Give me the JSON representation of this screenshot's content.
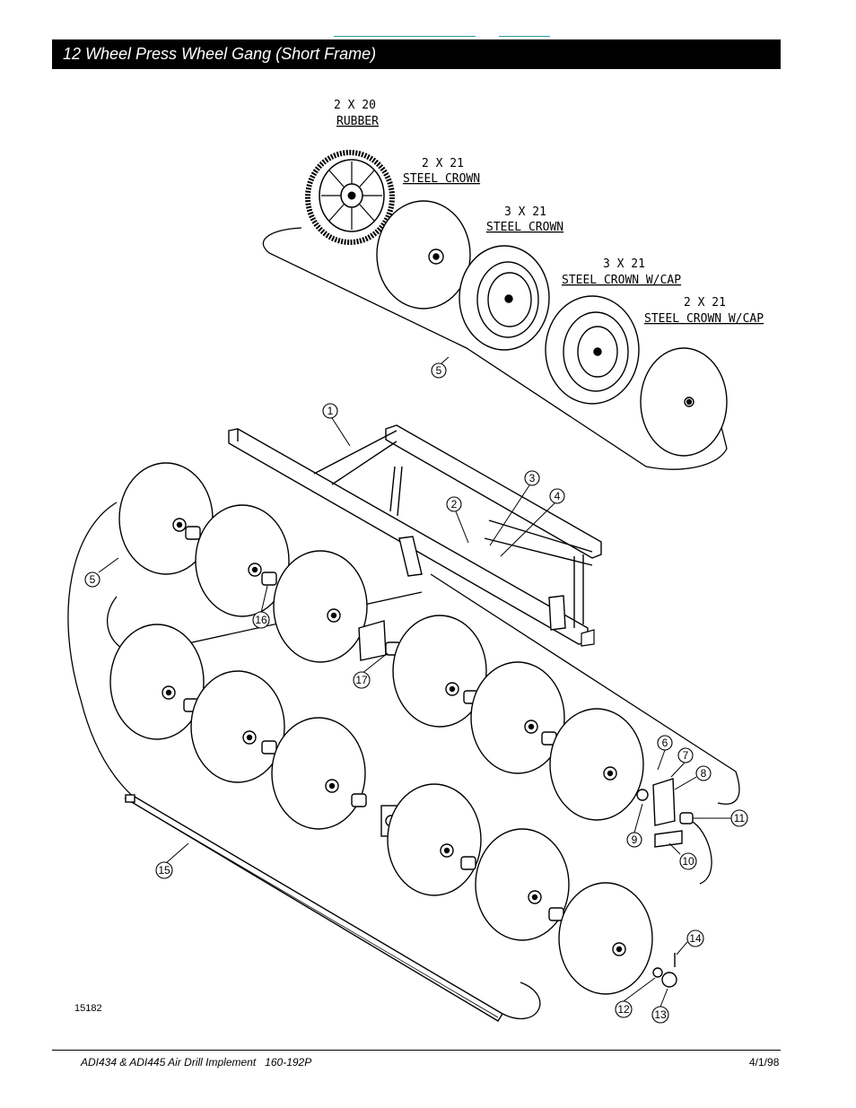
{
  "header": {
    "title": "12 Wheel Press Wheel Gang (Short Frame)"
  },
  "wheel_options": [
    {
      "size": "2 X 20",
      "type": "RUBBER"
    },
    {
      "size": "2 X 21",
      "type": "STEEL CROWN"
    },
    {
      "size": "3 X 21",
      "type": "STEEL CROWN"
    },
    {
      "size": "3 X 21",
      "type": "STEEL CROWN W/CAP"
    },
    {
      "size": "2 X 21",
      "type": "STEEL CROWN W/CAP"
    }
  ],
  "callouts": [
    "1",
    "2",
    "3",
    "4",
    "5",
    "5",
    "6",
    "7",
    "8",
    "9",
    "10",
    "11",
    "12",
    "13",
    "14",
    "15",
    "16",
    "17"
  ],
  "figure_id": "15182",
  "footer": {
    "left": "ADI434 & ADI445 Air Drill Implement   160-192P",
    "right": "4/1/98"
  }
}
